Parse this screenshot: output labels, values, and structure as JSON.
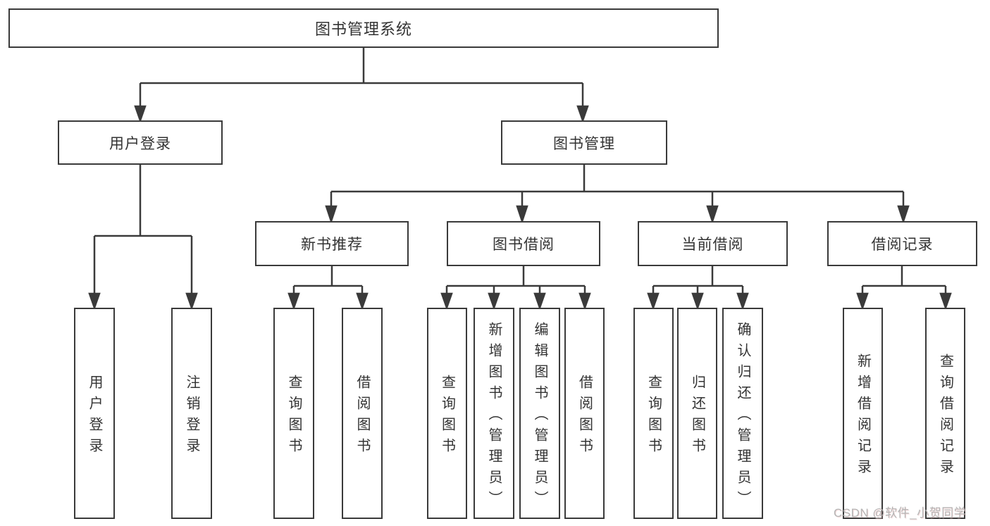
{
  "diagram": {
    "title_node": {
      "label": "图书管理系统"
    },
    "level2": [
      {
        "id": "user-login",
        "label": "用户登录"
      },
      {
        "id": "book-management",
        "label": "图书管理"
      }
    ],
    "level3": [
      {
        "id": "new-book-recommend",
        "label": "新书推荐"
      },
      {
        "id": "book-borrow",
        "label": "图书借阅"
      },
      {
        "id": "current-borrow",
        "label": "当前借阅"
      },
      {
        "id": "borrow-records",
        "label": "借阅记录"
      }
    ],
    "leaves": [
      {
        "id": "leaf-user-login",
        "parent": "user-login",
        "label": "用户登录"
      },
      {
        "id": "leaf-logout",
        "parent": "user-login",
        "label": "注销登录"
      },
      {
        "id": "leaf-query-book-1",
        "parent": "new-book-recommend",
        "label": "查询图书"
      },
      {
        "id": "leaf-borrow-book-1",
        "parent": "new-book-recommend",
        "label": "借阅图书"
      },
      {
        "id": "leaf-query-book-2",
        "parent": "book-borrow",
        "label": "查询图书"
      },
      {
        "id": "leaf-add-book-admin",
        "parent": "book-borrow",
        "label": "新增图书（管理员）"
      },
      {
        "id": "leaf-edit-book-admin",
        "parent": "book-borrow",
        "label": "编辑图书（管理员）"
      },
      {
        "id": "leaf-borrow-book-2",
        "parent": "book-borrow",
        "label": "借阅图书"
      },
      {
        "id": "leaf-query-book-3",
        "parent": "current-borrow",
        "label": "查询图书"
      },
      {
        "id": "leaf-return-book",
        "parent": "current-borrow",
        "label": "归还图书"
      },
      {
        "id": "leaf-confirm-return-admin",
        "parent": "current-borrow",
        "label": "确认归还（管理员）"
      },
      {
        "id": "leaf-add-borrow-record",
        "parent": "borrow-records",
        "label": "新增借阅记录"
      },
      {
        "id": "leaf-query-borrow-record",
        "parent": "borrow-records",
        "label": "查询借阅记录"
      }
    ]
  },
  "watermark": {
    "text": "CSDN @软件_小贺同学"
  },
  "colors": {
    "line": "#3a3a3a",
    "text": "#333333",
    "box_background": "#ffffff",
    "watermark_text": "#b5b5b5"
  }
}
